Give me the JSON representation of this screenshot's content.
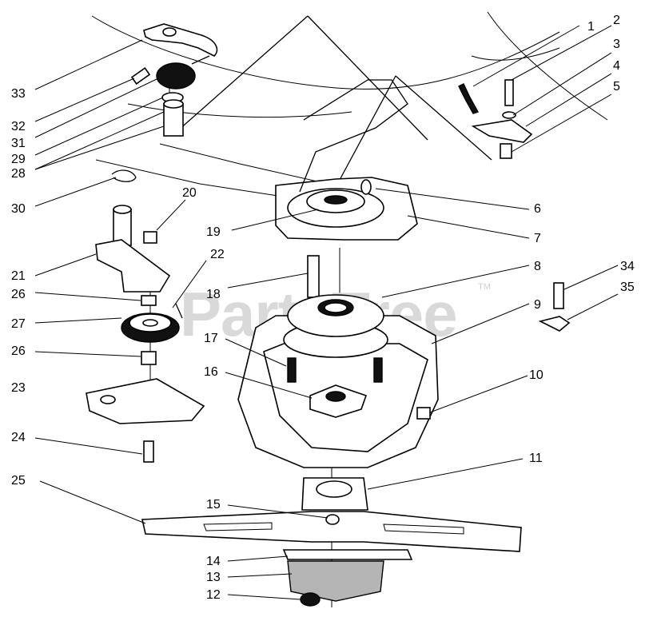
{
  "watermark": {
    "text": "PartsTree",
    "tm": "TM"
  },
  "callouts": {
    "c1": "1",
    "c2": "2",
    "c3": "3",
    "c4": "4",
    "c5": "5",
    "c6": "6",
    "c7": "7",
    "c8": "8",
    "c9": "9",
    "c10": "10",
    "c11": "11",
    "c12": "12",
    "c13": "13",
    "c14": "14",
    "c15": "15",
    "c16": "16",
    "c17": "17",
    "c18": "18",
    "c19": "19",
    "c20": "20",
    "c21": "21",
    "c22": "22",
    "c23": "23",
    "c24": "24",
    "c25": "25",
    "c26a": "26",
    "c26b": "26",
    "c27": "27",
    "c28": "28",
    "c29": "29",
    "c30": "30",
    "c31": "31",
    "c32": "32",
    "c33": "33",
    "c34": "34",
    "c35": "35"
  }
}
